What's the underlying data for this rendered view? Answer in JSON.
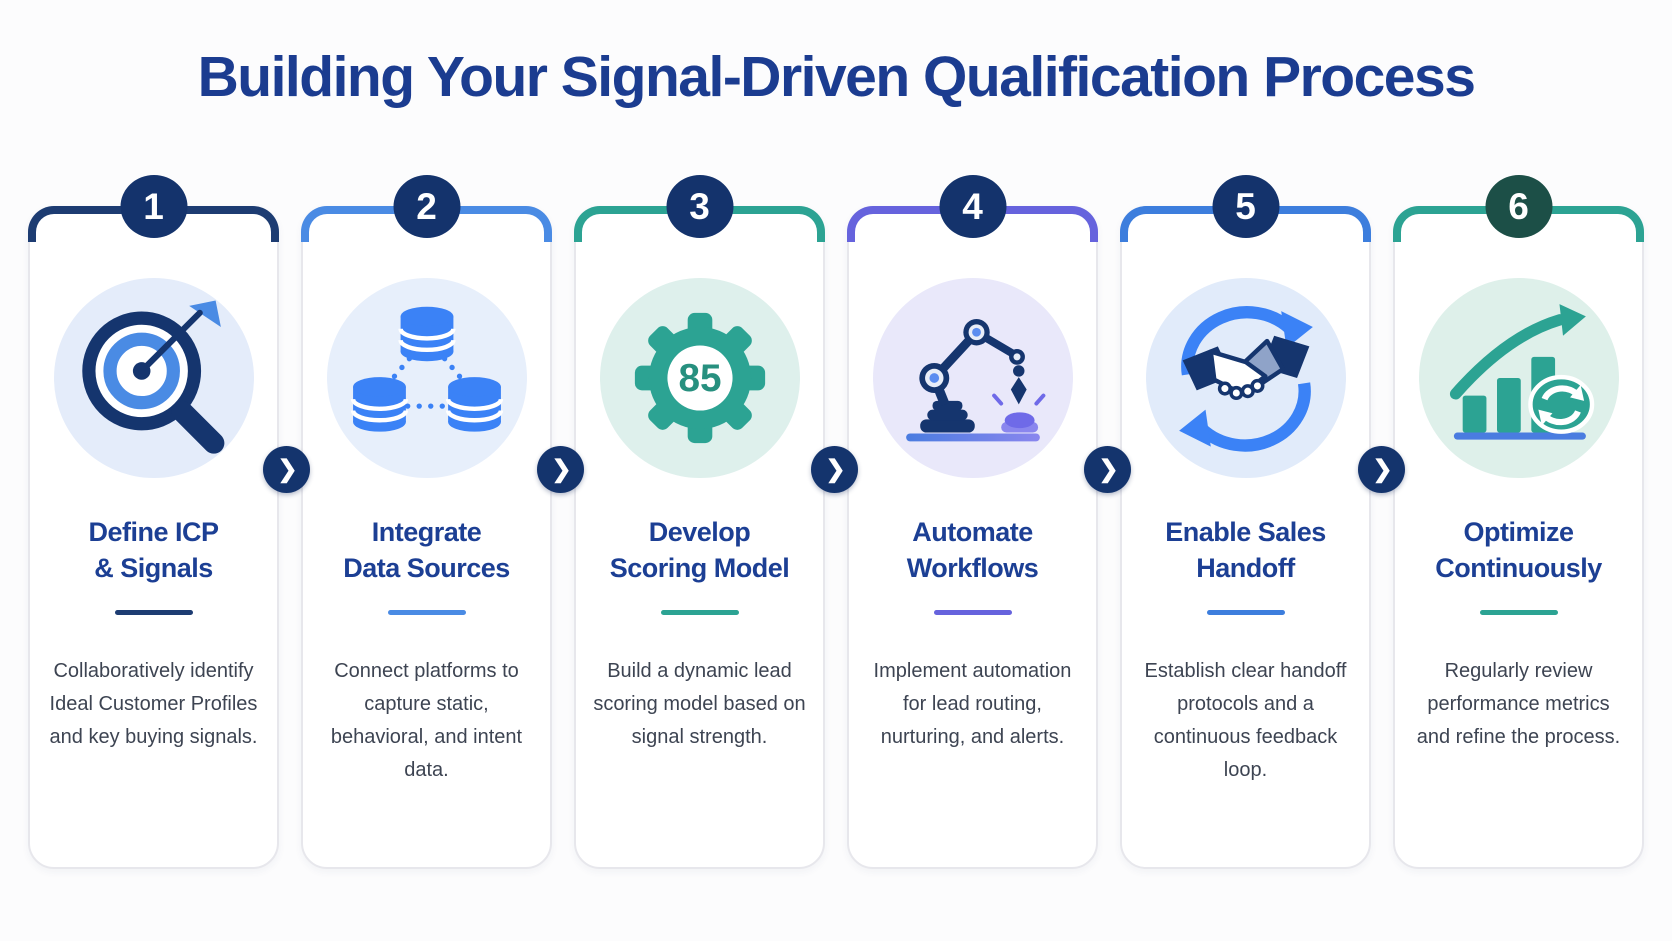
{
  "page": {
    "title": "Building Your Signal-Driven Qualification Process",
    "background": "#fcfcfd",
    "title_color": "#1b3c90"
  },
  "connector": {
    "glyph": "❯",
    "circle_color": "#14346d"
  },
  "steps": [
    {
      "number": "1",
      "title_line1": "Define ICP",
      "title_line2": "& Signals",
      "description": "Collaboratively identify Ideal Customer Profiles and key buying signals.",
      "icon": "target-magnifier-icon",
      "accent": "#1d3c72",
      "badge_color": "#14336c",
      "icon_bg": "#e4ecfa"
    },
    {
      "number": "2",
      "title_line1": "Integrate",
      "title_line2": "Data Sources",
      "description": "Connect platforms to capture static, behavioral, and intent data.",
      "icon": "database-network-icon",
      "accent": "#4a8be4",
      "badge_color": "#14336c",
      "icon_bg": "#e7effb"
    },
    {
      "number": "3",
      "title_line1": "Develop",
      "title_line2": "Scoring Model",
      "description": "Build a dynamic lead scoring model based on signal strength.",
      "icon": "gear-score-icon",
      "icon_value": "85",
      "accent": "#2ca393",
      "badge_color": "#14336c",
      "icon_bg": "#def0ec"
    },
    {
      "number": "4",
      "title_line1": "Automate",
      "title_line2": "Workflows",
      "description": "Implement automation for lead routing, nurturing, and alerts.",
      "icon": "robot-arm-icon",
      "accent": "#6663dd",
      "badge_color": "#14336c",
      "icon_bg": "#e9e8fa"
    },
    {
      "number": "5",
      "title_line1": "Enable Sales",
      "title_line2": "Handoff",
      "description": "Establish clear handoff protocols and a continuous feedback loop.",
      "icon": "handshake-cycle-icon",
      "accent": "#3d7edd",
      "badge_color": "#14336c",
      "icon_bg": "#e1ebfa"
    },
    {
      "number": "6",
      "title_line1": "Optimize",
      "title_line2": "Continuously",
      "description": "Regularly review performance metrics and refine the process.",
      "icon": "growth-refresh-icon",
      "accent": "#2ca393",
      "badge_color": "#1c4f47",
      "icon_bg": "#def0ea"
    }
  ]
}
